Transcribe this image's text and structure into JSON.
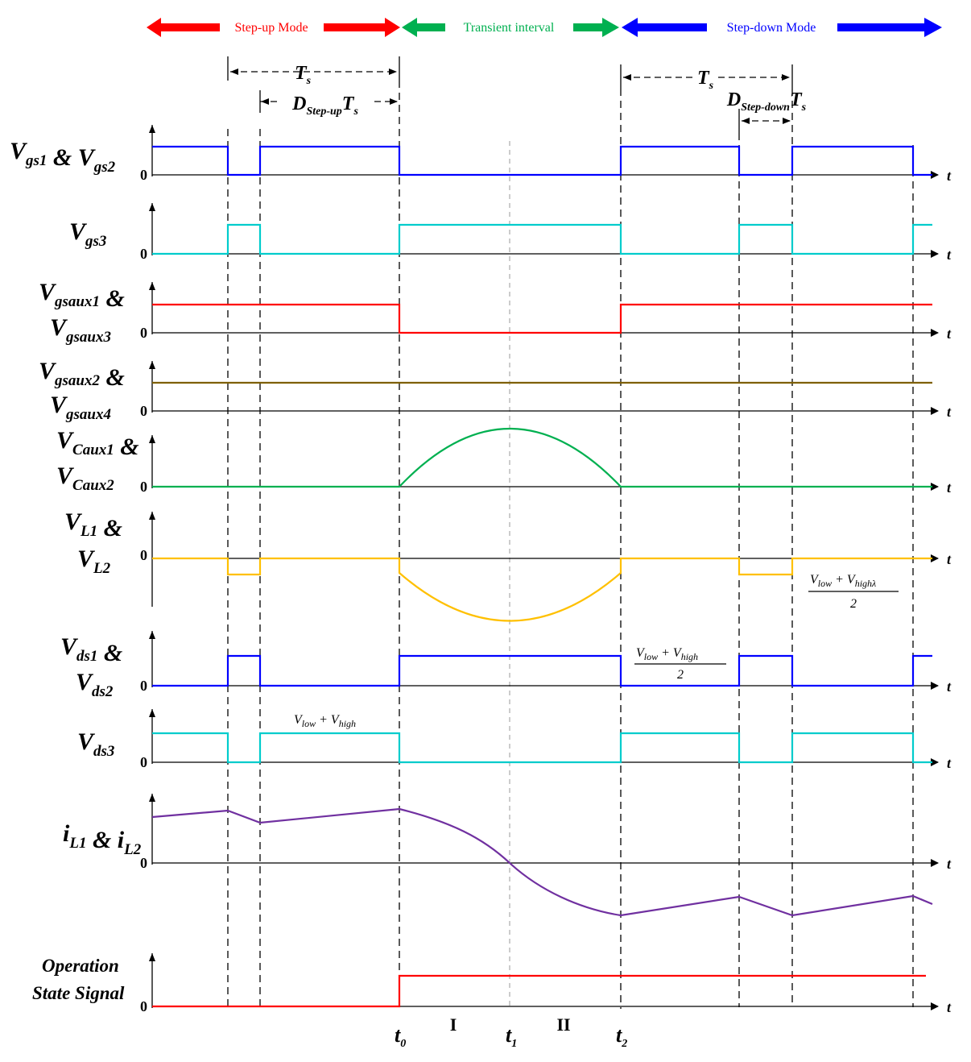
{
  "modes": {
    "step_up": "Step-up Mode",
    "transient": "Transient interval",
    "step_down": "Step-down Mode",
    "colors": {
      "step_up": "#ff0000",
      "transient": "#00b050",
      "step_down": "#0000ff"
    }
  },
  "dimensions": {
    "period_main": "T",
    "period_sub": "s",
    "duty_main": "D",
    "duty_up_sub": "Step-up",
    "duty_down_sub": "Step-down",
    "duty_tail_main": "T",
    "duty_tail_sub": "s"
  },
  "axis_unit": "t",
  "zero_label": "0",
  "rows": [
    {
      "line1": [
        [
          "V",
          "gs1"
        ],
        [
          " & ",
          ""
        ],
        [
          "V",
          "gs2"
        ]
      ],
      "line2": [],
      "color": "#0000ff"
    },
    {
      "line1": [
        [
          "V",
          "gs3"
        ]
      ],
      "line2": [],
      "color": "#00cccc"
    },
    {
      "line1": [
        [
          "V",
          "gsaux1"
        ],
        [
          " &",
          ""
        ]
      ],
      "line2": [
        [
          "V",
          "gsaux3"
        ]
      ],
      "color": "#ff0000"
    },
    {
      "line1": [
        [
          "V",
          "gsaux2"
        ],
        [
          " &",
          ""
        ]
      ],
      "line2": [
        [
          "V",
          "gsaux4"
        ]
      ],
      "color": "#7f6000"
    },
    {
      "line1": [
        [
          "V",
          "Caux1"
        ],
        [
          " &",
          ""
        ]
      ],
      "line2": [
        [
          "V",
          "Caux2"
        ]
      ],
      "color": "#00b050"
    },
    {
      "line1": [
        [
          "V",
          "L1"
        ],
        [
          " &",
          ""
        ]
      ],
      "line2": [
        [
          "V",
          "L2"
        ]
      ],
      "color": "#ffc000"
    },
    {
      "line1": [
        [
          "V",
          "ds1"
        ],
        [
          " &",
          ""
        ]
      ],
      "line2": [
        [
          "V",
          "ds2"
        ]
      ],
      "color": "#0000ff"
    },
    {
      "line1": [
        [
          "V",
          "ds3"
        ]
      ],
      "line2": [],
      "color": "#00cccc"
    },
    {
      "line1": [
        [
          "i",
          "L1"
        ],
        [
          " & ",
          ""
        ],
        [
          "i",
          "L2"
        ]
      ],
      "line2": [],
      "color": "#7030a0"
    },
    {
      "line1": [
        [
          "Operation",
          ""
        ]
      ],
      "line2": [
        [
          "State Signal",
          ""
        ]
      ],
      "color": "#ff0000"
    }
  ],
  "annotations": {
    "vlow": "V",
    "vlow_sub": "low",
    "plus": " + ",
    "vhigh": "V",
    "vhigh_sub": "high",
    "vhigh_sub_vl": "highλ",
    "denominator": "2"
  },
  "time_marks": [
    {
      "main": "t",
      "sub": "0"
    },
    {
      "main": "t",
      "sub": "1"
    },
    {
      "main": "t",
      "sub": "2"
    }
  ],
  "intervals": [
    "I",
    "II"
  ]
}
